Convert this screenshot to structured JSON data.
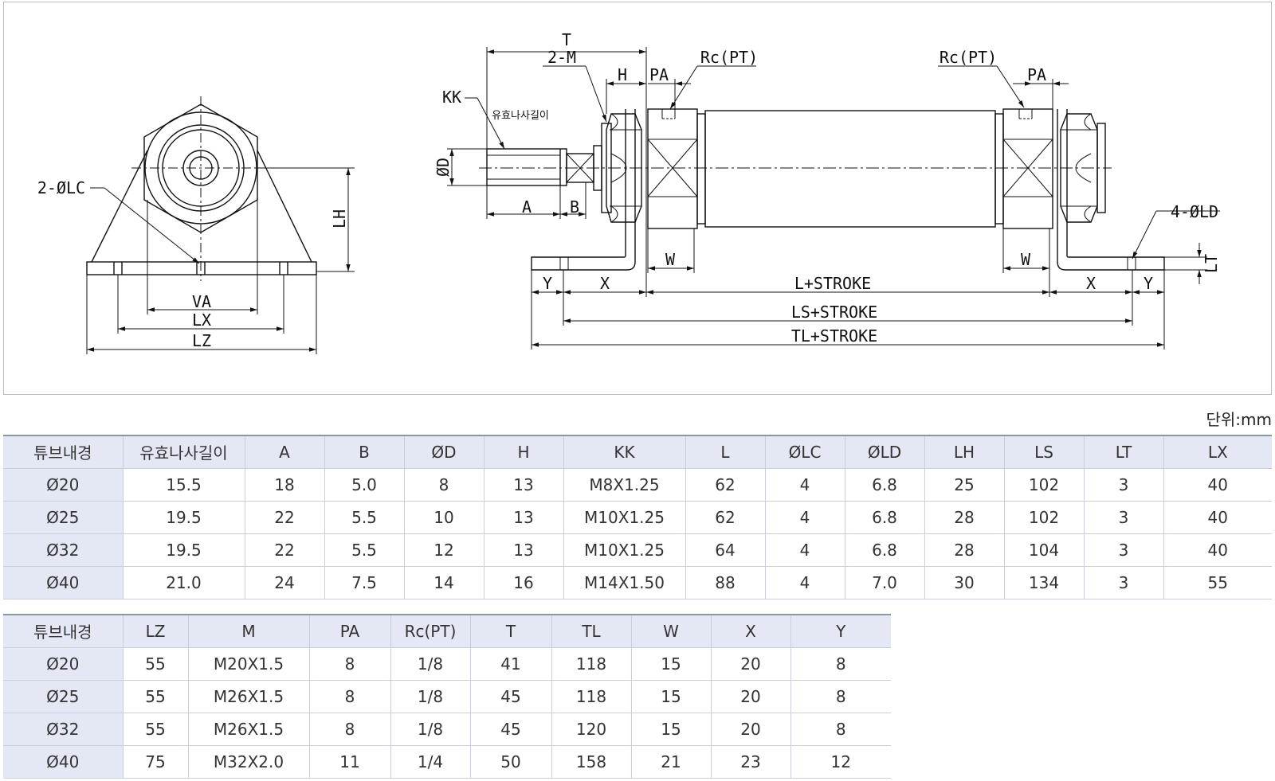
{
  "drawing": {
    "labels": {
      "t": "T",
      "two_m": "2-M",
      "h": "H",
      "pa_left": "PA",
      "rc_pt_left": "Rc(PT)",
      "rc_pt_right": "Rc(PT)",
      "pa_right": "PA",
      "kk": "KK",
      "effective_thread": "유효나사길이",
      "od": "ØD",
      "a": "A",
      "b": "B",
      "two_lc": "2-ØLC",
      "lh": "LH",
      "va": "VA",
      "lx": "LX",
      "lz": "LZ",
      "four_ld": "4-ØLD",
      "lt": "LT",
      "w_left": "W",
      "w_right": "W",
      "y_left": "Y",
      "x_left": "X",
      "l_stroke": "L+STROKE",
      "x_right": "X",
      "y_right": "Y",
      "ls_stroke": "LS+STROKE",
      "tl_stroke": "TL+STROKE"
    }
  },
  "unit_label": "단위:mm",
  "table1": {
    "headers": [
      "튜브내경",
      "유효나사길이",
      "A",
      "B",
      "ØD",
      "H",
      "KK",
      "L",
      "ØLC",
      "ØLD",
      "LH",
      "LS",
      "LT",
      "LX"
    ],
    "rows": [
      [
        "Ø20",
        "15.5",
        "18",
        "5.0",
        "8",
        "13",
        "M8X1.25",
        "62",
        "4",
        "6.8",
        "25",
        "102",
        "3",
        "40"
      ],
      [
        "Ø25",
        "19.5",
        "22",
        "5.5",
        "10",
        "13",
        "M10X1.25",
        "62",
        "4",
        "6.8",
        "28",
        "102",
        "3",
        "40"
      ],
      [
        "Ø32",
        "19.5",
        "22",
        "5.5",
        "12",
        "13",
        "M10X1.25",
        "64",
        "4",
        "6.8",
        "28",
        "104",
        "3",
        "40"
      ],
      [
        "Ø40",
        "21.0",
        "24",
        "7.5",
        "14",
        "16",
        "M14X1.50",
        "88",
        "4",
        "7.0",
        "30",
        "134",
        "3",
        "55"
      ]
    ]
  },
  "table2": {
    "headers": [
      "튜브내경",
      "LZ",
      "M",
      "PA",
      "Rc(PT)",
      "T",
      "TL",
      "W",
      "X",
      "Y"
    ],
    "rows": [
      [
        "Ø20",
        "55",
        "M20X1.5",
        "8",
        "1/8",
        "41",
        "118",
        "15",
        "20",
        "8"
      ],
      [
        "Ø25",
        "55",
        "M26X1.5",
        "8",
        "1/8",
        "45",
        "118",
        "15",
        "20",
        "8"
      ],
      [
        "Ø32",
        "55",
        "M26X1.5",
        "8",
        "1/8",
        "45",
        "120",
        "15",
        "20",
        "8"
      ],
      [
        "Ø40",
        "75",
        "M32X2.0",
        "11",
        "1/4",
        "50",
        "158",
        "21",
        "23",
        "12"
      ]
    ]
  }
}
